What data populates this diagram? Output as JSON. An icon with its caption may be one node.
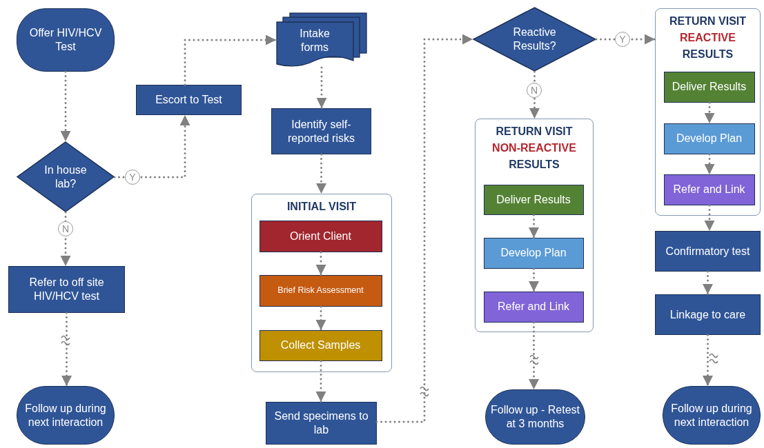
{
  "diagram": {
    "nodes": [
      {
        "text": [
          "Offer HIV/HCV Test"
        ]
      },
      {
        "text": [
          "In house lab?"
        ]
      },
      {
        "text": [
          "Escort to Test"
        ]
      },
      {
        "text": [
          "Refer to off site HIV/HCV test"
        ]
      },
      {
        "text": [
          "Follow up during next interaction"
        ]
      },
      {
        "text": [
          "Intake forms"
        ]
      },
      {
        "text": [
          "Identify self-reported risks"
        ]
      },
      {
        "text": [
          "INITIAL VISIT"
        ]
      },
      {
        "text": [
          "Orient Client"
        ],
        "in": 7
      },
      {
        "text": [
          "Brief Risk Assessment"
        ],
        "in": 7
      },
      {
        "text": [
          "Collect Samples"
        ],
        "in": 7
      },
      {
        "text": [
          "Send specimens to lab"
        ]
      },
      {
        "text": [
          "Reactive Results?"
        ]
      },
      {
        "text": [
          "RETURN VISIT",
          "NON-REACTIVE",
          "RESULTS"
        ]
      },
      {
        "text": [
          "Deliver Results"
        ],
        "in": 13
      },
      {
        "text": [
          "Develop Plan"
        ],
        "in": 13
      },
      {
        "text": [
          "Refer and Link"
        ],
        "in": 13
      },
      {
        "text": [
          "Follow up - Retest at 3 months"
        ]
      },
      {
        "text": [
          "RETURN VISIT",
          "REACTIVE",
          "RESULTS"
        ]
      },
      {
        "text": [
          "Deliver Results"
        ],
        "in": 18
      },
      {
        "text": [
          "Develop Plan"
        ],
        "in": 18
      },
      {
        "text": [
          "Refer and Link"
        ],
        "in": 18
      },
      {
        "text": [
          "Confirmatory test"
        ]
      },
      {
        "text": [
          "Linkage to care"
        ]
      },
      {
        "text": [
          "Follow up during next interaction"
        ]
      }
    ],
    "edges": [
      {
        "from": 0,
        "to": 1,
        "arrow": "to"
      },
      {
        "from": 1,
        "to": 2,
        "arrow": "to",
        "label": "Y"
      },
      {
        "from": 2,
        "to": 5,
        "arrow": "to"
      },
      {
        "from": 1,
        "to": 3,
        "arrow": "to",
        "label": "N"
      },
      {
        "from": 3,
        "to": 4,
        "arrow": "to"
      },
      {
        "from": 5,
        "to": 6,
        "arrow": "to"
      },
      {
        "from": 6,
        "to": 7,
        "arrow": "to"
      },
      {
        "from": 8,
        "to": 9,
        "arrow": "to"
      },
      {
        "from": 9,
        "to": 10,
        "arrow": "to"
      },
      {
        "from": 10,
        "to": 11,
        "arrow": "to"
      },
      {
        "from": 11,
        "to": 12,
        "arrow": "to"
      },
      {
        "from": 12,
        "to": 13,
        "arrow": "to",
        "label": "N"
      },
      {
        "from": 12,
        "to": 18,
        "arrow": "to",
        "label": "Y"
      },
      {
        "from": 14,
        "to": 15,
        "arrow": "to"
      },
      {
        "from": 15,
        "to": 16,
        "arrow": "to"
      },
      {
        "from": 16,
        "to": 17,
        "arrow": "to"
      },
      {
        "from": 19,
        "to": 20,
        "arrow": "to"
      },
      {
        "from": 20,
        "to": 21,
        "arrow": "to"
      },
      {
        "from": 21,
        "to": 22,
        "arrow": "to"
      },
      {
        "from": 22,
        "to": 23,
        "arrow": "to"
      },
      {
        "from": 23,
        "to": 24,
        "arrow": "to"
      }
    ]
  }
}
